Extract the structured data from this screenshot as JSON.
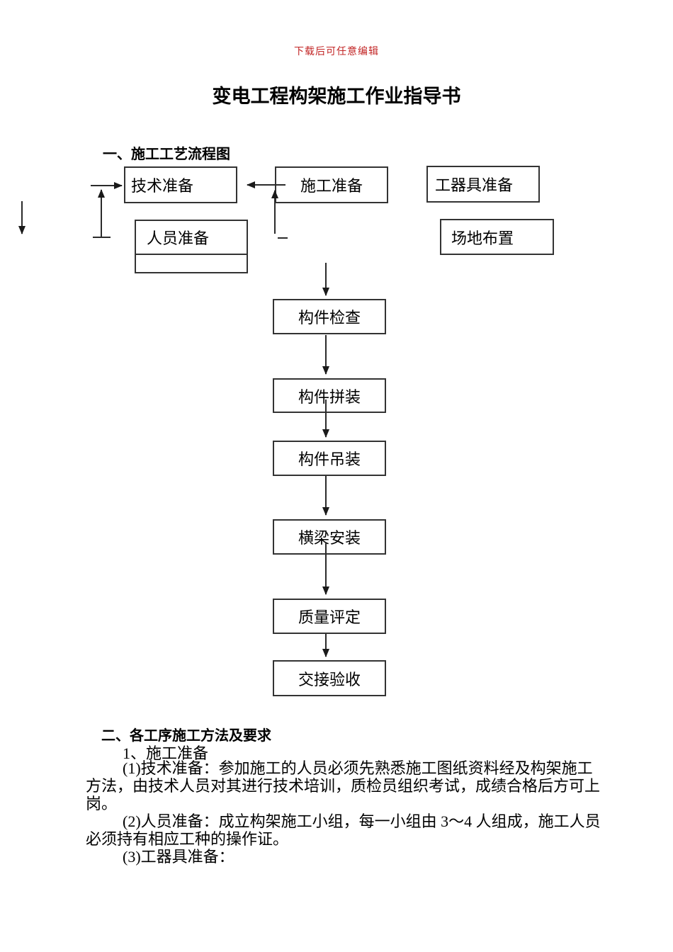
{
  "page": {
    "watermark": "下载后可任意编辑",
    "title": "变电工程构架施工作业指导书"
  },
  "flow": {
    "heading": "一、施工工艺流程图",
    "boxes": [
      {
        "id": "tech-prep",
        "label": "技术准备"
      },
      {
        "id": "construction-prep",
        "label": "施工准备"
      },
      {
        "id": "tools-prep",
        "label": "工器具准备"
      },
      {
        "id": "personnel-prep",
        "label": "人员准备"
      },
      {
        "id": "empty-box",
        "label": ""
      },
      {
        "id": "site-layout",
        "label": "场地布置"
      },
      {
        "id": "component-check",
        "label": "构件检查"
      },
      {
        "id": "component-assembly",
        "label": "构件拼装"
      },
      {
        "id": "component-hoisting",
        "label": "构件吊装"
      },
      {
        "id": "beam-installation",
        "label": "横梁安装"
      },
      {
        "id": "quality-assessment",
        "label": "质量评定"
      },
      {
        "id": "handover-acceptance",
        "label": "交接验收"
      }
    ]
  },
  "methods": {
    "heading": "二、各工序施工方法及要求",
    "subheading": "1、施工准备",
    "paragraphs": [
      {
        "lines": [
          "(1)技术准备：参加施工的人员必须先熟悉施工图纸资料经及构架施工",
          "方法，由技术人员对其进行技术培训，质检员组织考试，成绩合格后方可上",
          "岗。"
        ]
      },
      {
        "lines": [
          "(2)人员准备：成立构架施工小组，每一小组由 3～4 人组成，施工人员",
          "必须持有相应工种的操作证。"
        ]
      },
      {
        "lines": [
          "(3)工器具准备："
        ]
      }
    ]
  },
  "colors": {
    "watermark_red": "#c22525",
    "box_border": "#333333",
    "text": "#000000"
  }
}
